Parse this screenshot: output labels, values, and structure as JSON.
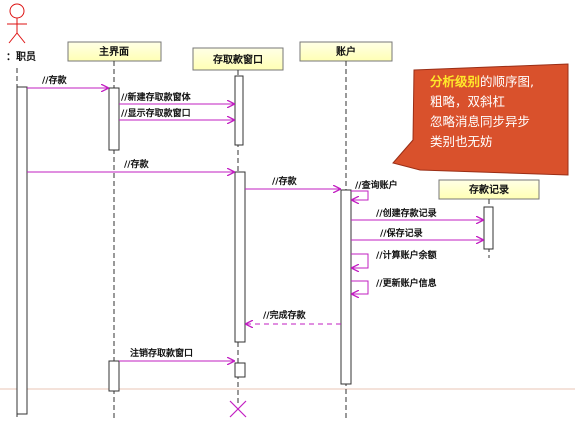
{
  "actor": {
    "label": "：职员"
  },
  "objects": {
    "main_ui": "主界面",
    "deposit_window": "存取款窗口",
    "account": "账户",
    "deposit_record": "存款记录"
  },
  "messages": {
    "m1": "//存款",
    "m2": "//新建存取款窗体",
    "m3": "//显示存取款窗口",
    "m4": "//存款",
    "m5": "//存款",
    "m6": "//查询账户",
    "m7": "//创建存款记录",
    "m8": "//保存记录",
    "m9": "//计算账户余额",
    "m10": "//更新账户信息",
    "m11": "//完成存款",
    "m12": "注销存取款窗口"
  },
  "note": {
    "highlight": "分析级别",
    "line1_rest": "的顺序图,",
    "line2": "粗略，双斜杠",
    "line3": "忽略消息同步异步",
    "line4": "类别也无妨",
    "color": "#d9512c"
  }
}
